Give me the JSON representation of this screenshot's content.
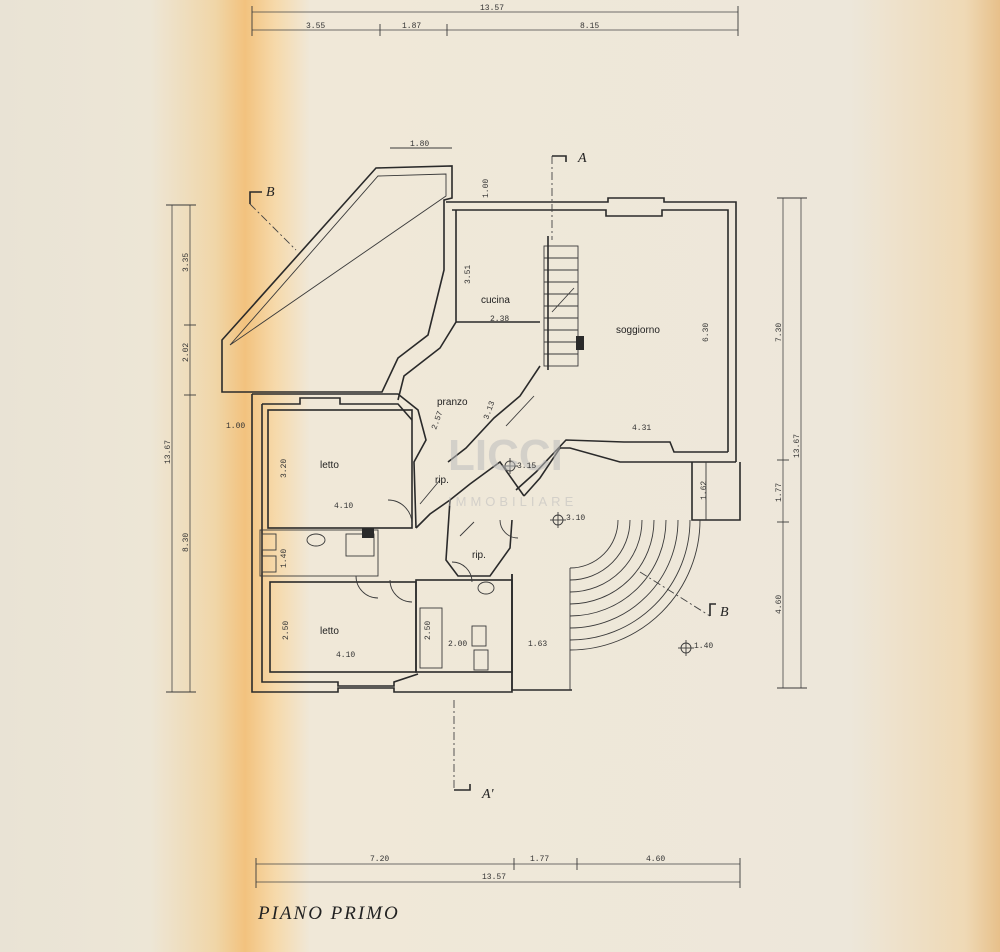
{
  "title": "PIANO PRIMO",
  "rooms": {
    "cucina": "cucina",
    "soggiorno": "soggiorno",
    "pranzo": "pranzo",
    "letto1": "letto",
    "letto2": "letto",
    "rip1": "rip.",
    "rip2": "rip."
  },
  "sections": {
    "a_top": "A",
    "a_bottom": "A'",
    "b_top": "B",
    "b_bottom": "B"
  },
  "levels": {
    "l315": "3.15",
    "l310": "3.10",
    "l140": "1.40"
  },
  "dims": {
    "top_total": "13.57",
    "top_1": "3.55",
    "top_2": "1.87",
    "top_3": "8.15",
    "bottom_1": "7.20",
    "bottom_2": "1.77",
    "bottom_3": "4.60",
    "bottom_total": "13.57",
    "left_1": "3.35",
    "left_2": "2.02",
    "left_total": "13.67",
    "left_3": "8.30",
    "right_1": "7.30",
    "right_2": "1.77",
    "right_3": "4.60",
    "right_total": "13.67",
    "terrace_w": "1.80",
    "terrace_gap": "1.00",
    "left_gap": "1.00",
    "cucina_h": "3.51",
    "cucina_w": "2.38",
    "soggiorno_h": "6.30",
    "soggiorno_w": "4.31",
    "pranzo_1": "2.57",
    "pranzo_2": "3.13",
    "letto1_h": "3.20",
    "letto1_w": "4.10",
    "letto2_h": "2.50",
    "letto2_w": "4.10",
    "bath_small": "1.40",
    "bath_h": "2.50",
    "bath_w": "2.00",
    "porch_w": "1.63",
    "porch_h": "1.62"
  },
  "watermark": {
    "logo": "LICCI",
    "sub": "IMMOBILIARE"
  }
}
